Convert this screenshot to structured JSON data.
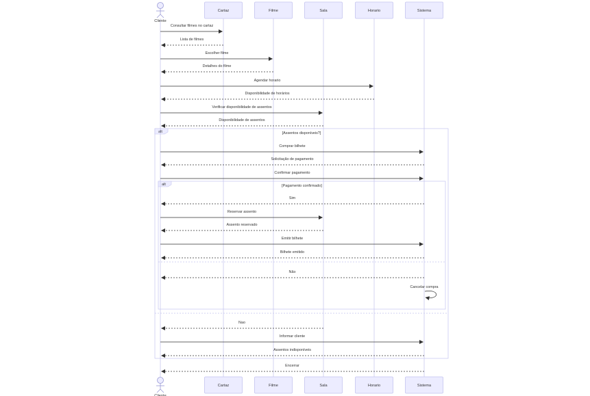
{
  "participants": [
    {
      "id": "cliente",
      "label": "Cliente",
      "kind": "actor"
    },
    {
      "id": "cartaz",
      "label": "Cartaz",
      "kind": "box"
    },
    {
      "id": "filme",
      "label": "Filme",
      "kind": "box"
    },
    {
      "id": "sala",
      "label": "Sala",
      "kind": "box"
    },
    {
      "id": "horario",
      "label": "Horario",
      "kind": "box"
    },
    {
      "id": "sistema",
      "label": "Sistema",
      "kind": "box"
    }
  ],
  "messages": [
    {
      "from": "cliente",
      "to": "cartaz",
      "text": "Consultar filmes no cartaz",
      "dashed": false
    },
    {
      "from": "cartaz",
      "to": "cliente",
      "text": "Lista de filmes",
      "dashed": true
    },
    {
      "from": "cliente",
      "to": "filme",
      "text": "Escolher filme",
      "dashed": false
    },
    {
      "from": "filme",
      "to": "cliente",
      "text": "Detalhes do filme",
      "dashed": true
    },
    {
      "from": "cliente",
      "to": "horario",
      "text": "Agendar horario",
      "dashed": false
    },
    {
      "from": "horario",
      "to": "cliente",
      "text": "Disponibilidade de horários",
      "dashed": true
    },
    {
      "from": "cliente",
      "to": "sala",
      "text": "Verificar disponibilidade de assentos",
      "dashed": false
    },
    {
      "from": "sala",
      "to": "cliente",
      "text": "Disponibilidade de assentos",
      "dashed": true
    },
    {
      "from": "cliente",
      "to": "sistema",
      "text": "Comprar bilhete",
      "dashed": false
    },
    {
      "from": "sistema",
      "to": "cliente",
      "text": "Solicitação de pagamento",
      "dashed": true
    },
    {
      "from": "cliente",
      "to": "sistema",
      "text": "Confirmar pagamento",
      "dashed": false
    },
    {
      "from": "sistema",
      "to": "cliente",
      "text": "Sim",
      "dashed": true
    },
    {
      "from": "cliente",
      "to": "sala",
      "text": "Reservar assento",
      "dashed": false
    },
    {
      "from": "sala",
      "to": "cliente",
      "text": "Assento reservado",
      "dashed": true
    },
    {
      "from": "cliente",
      "to": "sistema",
      "text": "Emitir bilhete",
      "dashed": false
    },
    {
      "from": "sistema",
      "to": "cliente",
      "text": "Bilhete emitido",
      "dashed": true
    },
    {
      "from": "sistema",
      "to": "cliente",
      "text": "Não",
      "dashed": true
    },
    {
      "from": "sistema",
      "to": "sistema",
      "text": "Cancelar compra",
      "dashed": false
    },
    {
      "from": "sala",
      "to": "cliente",
      "text": "Nao",
      "dashed": true
    },
    {
      "from": "cliente",
      "to": "sistema",
      "text": "Informar cliente",
      "dashed": false
    },
    {
      "from": "sistema",
      "to": "cliente",
      "text": "Assentos indisponíveis",
      "dashed": true
    },
    {
      "from": "sistema",
      "to": "cliente",
      "text": "Encerrar",
      "dashed": true
    }
  ],
  "fragments": [
    {
      "tag": "alt",
      "condition": "[Assentos disponíveis?]"
    },
    {
      "tag": "alt",
      "condition": "[Pagamento confirmado]"
    }
  ]
}
